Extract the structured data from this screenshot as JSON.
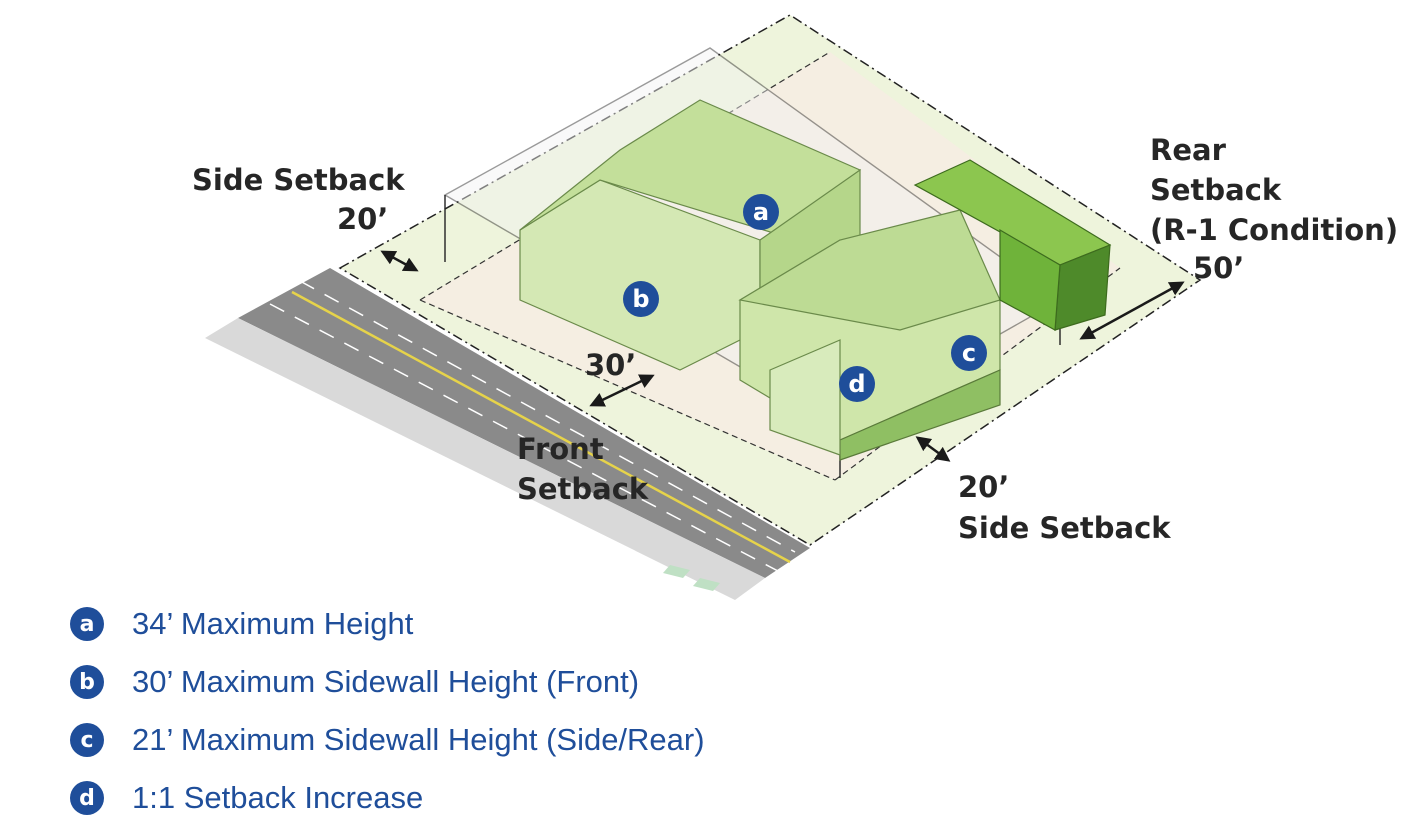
{
  "labels": {
    "side_setback_left_title": "Side Setback",
    "side_setback_left_value": "20’",
    "front_setback_value": "30’",
    "front_setback_line1": "Front",
    "front_setback_line2": "Setback",
    "rear_setback_line1": "Rear",
    "rear_setback_line2": "Setback",
    "rear_setback_line3": "(R-1 Condition)",
    "rear_setback_value": "50’",
    "side_setback_right_value": "20’",
    "side_setback_right_title": "Side Setback"
  },
  "markers": {
    "a": "a",
    "b": "b",
    "c": "c",
    "d": "d"
  },
  "legend": [
    {
      "marker": "a",
      "text": "34’ Maximum Height"
    },
    {
      "marker": "b",
      "text": "30’ Maximum Sidewall Height (Front)"
    },
    {
      "marker": "c",
      "text": "21’ Maximum Sidewall Height (Side/Rear)"
    },
    {
      "marker": "d",
      "text": "1:1 Setback Increase"
    }
  ],
  "colors": {
    "marker": "#1f4e9a",
    "legend_text": "#1f4e9a",
    "label_text": "#262626",
    "lot": "#eef4dc",
    "building": "#c9e2a0",
    "rear_structure": "#6fb33a",
    "road": "#8a8a8a",
    "road_centerline": "#e6d34a"
  }
}
